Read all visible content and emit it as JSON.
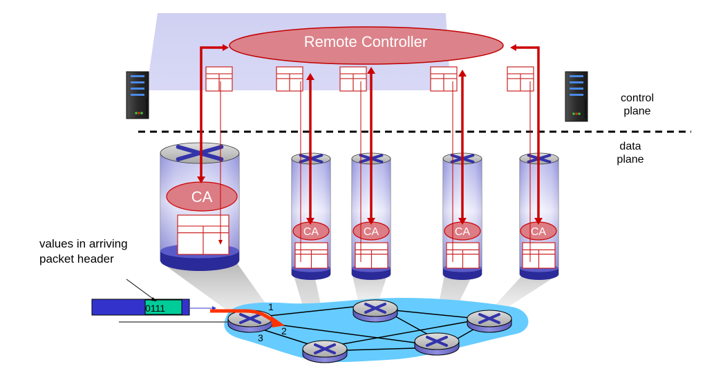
{
  "diagram": {
    "controller": {
      "label": "Remote Controller",
      "color": "#dc828a",
      "border": "#c00000"
    },
    "planes": {
      "control_label_line1": "control",
      "control_label_line2": "plane",
      "data_label_line1": "data",
      "data_label_line2": "plane",
      "control_bg": "#d4d4f4"
    },
    "control_agent_label": "CA",
    "switches": [
      {
        "name": "switch-large",
        "ca": "CA"
      },
      {
        "name": "switch-2",
        "ca": "CA"
      },
      {
        "name": "switch-3",
        "ca": "CA"
      },
      {
        "name": "switch-4",
        "ca": "CA"
      },
      {
        "name": "switch-5",
        "ca": "CA"
      }
    ],
    "annotation": {
      "line1": "values in arriving",
      "line2": "packet header"
    },
    "packet": {
      "header_bits": "0111",
      "body_color": "#3333cc",
      "header_color": "#00cc99"
    },
    "ports": {
      "p1": "1",
      "p2": "2",
      "p3": "3"
    },
    "colors": {
      "arrow": "#cc0000",
      "network": "#66ccff",
      "router_cross": "#3333aa",
      "forward_arrow": "#ff3300"
    }
  }
}
